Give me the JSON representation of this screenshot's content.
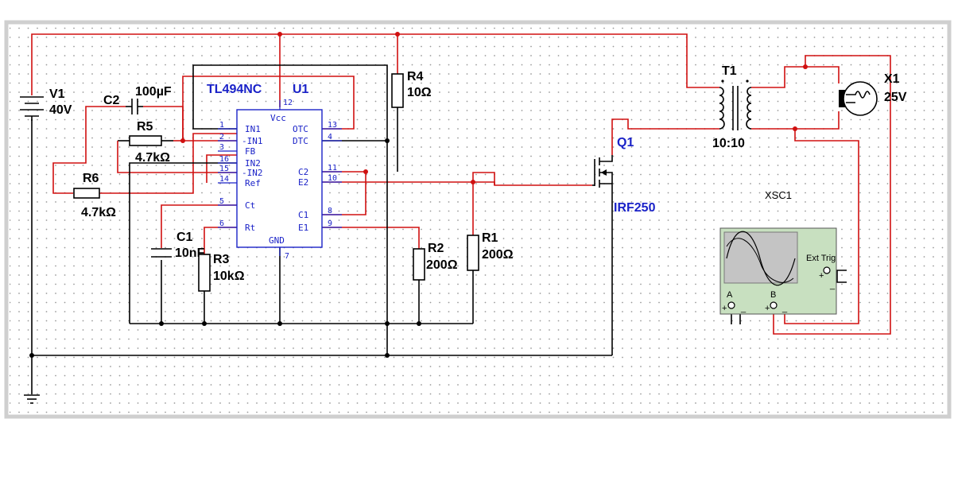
{
  "components": {
    "V1": {
      "ref": "V1",
      "value": "40V"
    },
    "C2": {
      "ref": "C2",
      "value": "100µF"
    },
    "R5": {
      "ref": "R5",
      "value": "4.7kΩ"
    },
    "R6": {
      "ref": "R6",
      "value": "4.7kΩ"
    },
    "C1": {
      "ref": "C1",
      "value": "10nF"
    },
    "R3": {
      "ref": "R3",
      "value": "10kΩ"
    },
    "R4": {
      "ref": "R4",
      "value": "10Ω"
    },
    "R2": {
      "ref": "R2",
      "value": "200Ω"
    },
    "R1": {
      "ref": "R1",
      "value": "200Ω"
    },
    "Q1": {
      "ref": "Q1",
      "value": "IRF250"
    },
    "T1": {
      "ref": "T1",
      "value": "10:10"
    },
    "X1": {
      "ref": "X1",
      "value": "25V"
    },
    "U1": {
      "ref": "U1",
      "part": "TL494NC"
    },
    "XSC1": {
      "ref": "XSC1",
      "ext_trig": "Ext Trig",
      "ch_a": "A",
      "ch_b": "B",
      "plus": "+",
      "minus": "_"
    }
  },
  "ic": {
    "left_pins": [
      {
        "num": "1",
        "name": "IN1"
      },
      {
        "num": "2",
        "name": "-IN1"
      },
      {
        "num": "3",
        "name": "FB"
      },
      {
        "num": "16",
        "name": "IN2"
      },
      {
        "num": "15",
        "name": "-IN2"
      },
      {
        "num": "14",
        "name": "Ref"
      },
      {
        "num": "5",
        "name": "Ct"
      },
      {
        "num": "6",
        "name": "Rt"
      }
    ],
    "right_pins": [
      {
        "num": "13",
        "name": "OTC"
      },
      {
        "num": "4",
        "name": "DTC"
      },
      {
        "num": "11",
        "name": "C2"
      },
      {
        "num": "10",
        "name": "E2"
      },
      {
        "num": "8",
        "name": "C1"
      },
      {
        "num": "9",
        "name": "E1"
      }
    ],
    "top_pin": {
      "num": "12",
      "name": "Vcc"
    },
    "bottom_pin": {
      "num": "7",
      "name": "GND"
    }
  },
  "colors": {
    "wire_red": "#d01010",
    "wire_black": "#000000",
    "ic_blue": "#1a22c8",
    "scope_bg": "#c8e0c0"
  }
}
